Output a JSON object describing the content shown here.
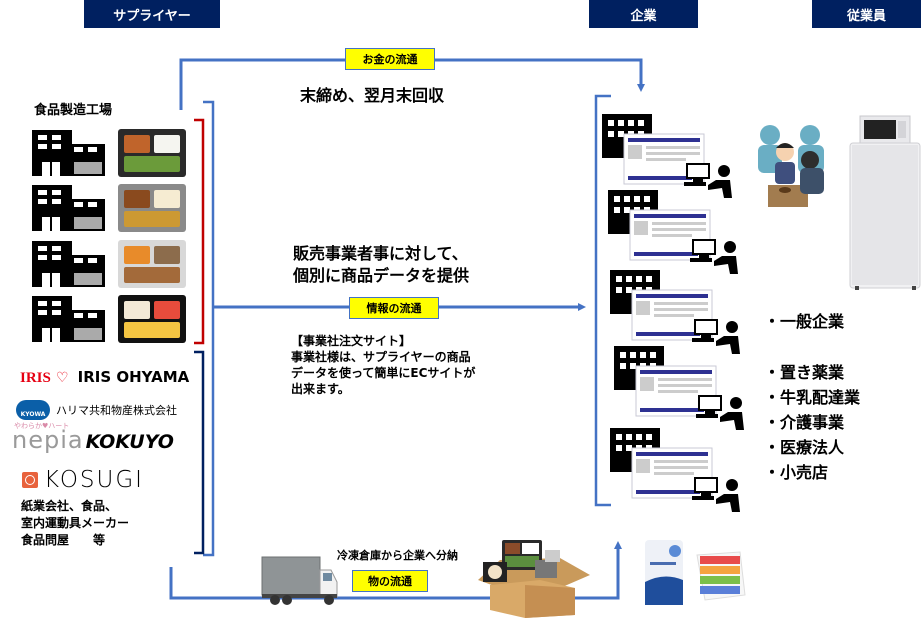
{
  "headers": {
    "supplier": "サプライヤー",
    "company": "企業",
    "employee": "従業員"
  },
  "flows": {
    "money": {
      "label": "お金の流通",
      "description": "末締め、翌月末回収"
    },
    "info": {
      "label": "情報の流通",
      "description_lines": [
        "販売事業者事に対して、",
        "個別に商品データを提供"
      ],
      "note_lines": [
        "【事業社注文サイト】",
        "事業社様は、サプライヤーの商品",
        "データを使って簡単にECサイトが",
        "出来ます。"
      ]
    },
    "goods": {
      "label": "物の流通",
      "description": "冷凍倉庫から企業へ分納"
    }
  },
  "supplier": {
    "factory_title": "食品製造工場",
    "factory_count": 4,
    "products": [
      "bento-box",
      "katsu-sandwich",
      "packaged-meat",
      "fruit-cup"
    ],
    "brands": {
      "iris_mark": "IRIS",
      "iris_name": "IRIS OHYAMA",
      "kyowa_mark": "KYOWA",
      "kyowa_name": "ハリマ共和物産株式会社",
      "nepia_sub": "やわらか♥ハート",
      "nepia_name": "nepia",
      "kokuyo_name": "KOKUYO",
      "kosugi_name": "KOSUGI"
    },
    "other_lines": [
      "紙業会社、食品、",
      "室内運動具メーカー",
      "食品問屋　　等"
    ]
  },
  "company": {
    "unit_count": 5
  },
  "employee": {
    "categories_primary": [
      "・一般企業"
    ],
    "categories_secondary": [
      "・置き薬業",
      "・牛乳配達業",
      "・介護事業",
      "・医療法人",
      "・小売店"
    ]
  },
  "colors": {
    "header_bg": "#002060",
    "flow_line": "#4472c4",
    "label_bg": "#ffff00",
    "bracket_red": "#c00000",
    "bracket_navy": "#002060"
  }
}
